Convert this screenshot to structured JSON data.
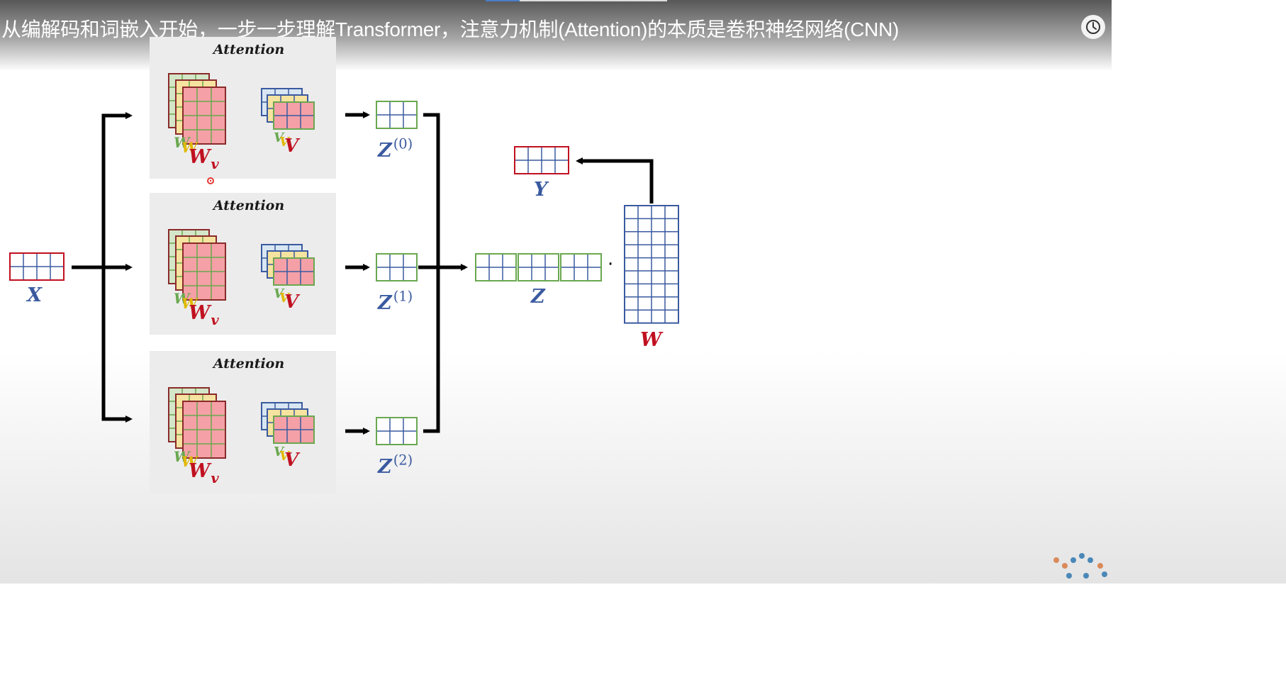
{
  "video": {
    "title": "从编解码和词嵌入开始，一步一步理解Transformer，注意力机制(Attention)的本质是卷积神经网络(CNN)",
    "watch_later_icon": "clock-icon"
  },
  "diagram": {
    "attention_heads": [
      {
        "title": "Attention",
        "weight_label": "W",
        "weight_subscript": "v",
        "value_label": "V",
        "output_label": "Z",
        "output_superscript": "(0)"
      },
      {
        "title": "Attention",
        "weight_label": "W",
        "weight_subscript": "v",
        "value_label": "V",
        "output_label": "Z",
        "output_superscript": "(1)"
      },
      {
        "title": "Attention",
        "weight_label": "W",
        "weight_subscript": "v",
        "value_label": "V",
        "output_label": "Z",
        "output_superscript": "(2)"
      }
    ],
    "input_label": "X",
    "concat_label": "Z",
    "dot_symbol": "·",
    "projection_label": "W",
    "result_label": "Y",
    "colors": {
      "blue": "#3a5aa0",
      "red": "#c01020",
      "green": "#6aa84f",
      "yellow": "#f6e3a0",
      "pink": "#f4a0a6",
      "panel_bg": "#ececec"
    }
  },
  "branding": {
    "logo_icon": "dots-logo-icon"
  }
}
